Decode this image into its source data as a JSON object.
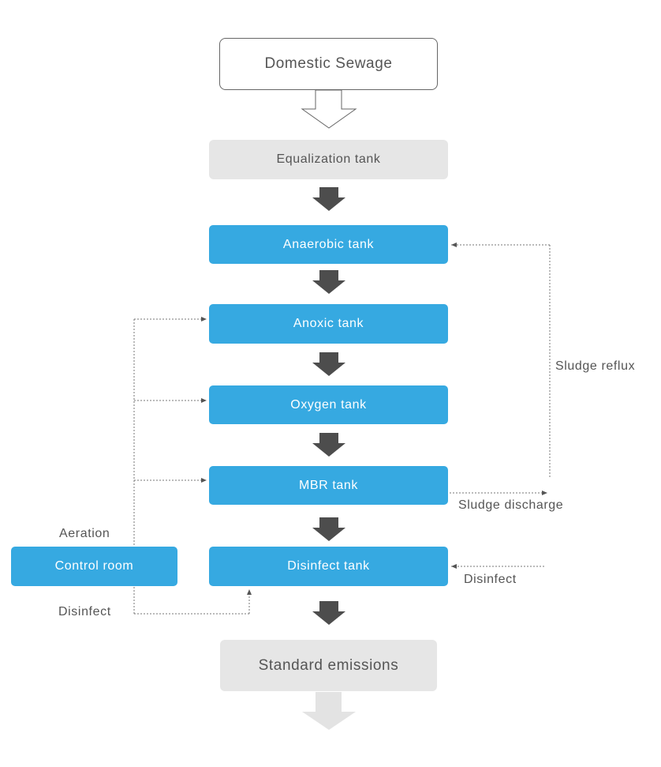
{
  "nodes": {
    "domestic_sewage": "Domestic Sewage",
    "equalization_tank": "Equalization tank",
    "anaerobic_tank": "Anaerobic tank",
    "anoxic_tank": "Anoxic tank",
    "oxygen_tank": "Oxygen tank",
    "mbr_tank": "MBR tank",
    "disinfect_tank": "Disinfect tank",
    "control_room": "Control room",
    "standard_emissions": "Standard emissions"
  },
  "labels": {
    "sludge_reflux": "Sludge reflux",
    "sludge_discharge": "Sludge discharge",
    "disinfect_right": "Disinfect",
    "aeration": "Aeration",
    "disinfect_left": "Disinfect"
  },
  "colors": {
    "process_tank": "#36a9e1",
    "neutral_stage": "#e6e6e6",
    "flow_arrow": "#555555",
    "dotted_line": "#666666"
  }
}
